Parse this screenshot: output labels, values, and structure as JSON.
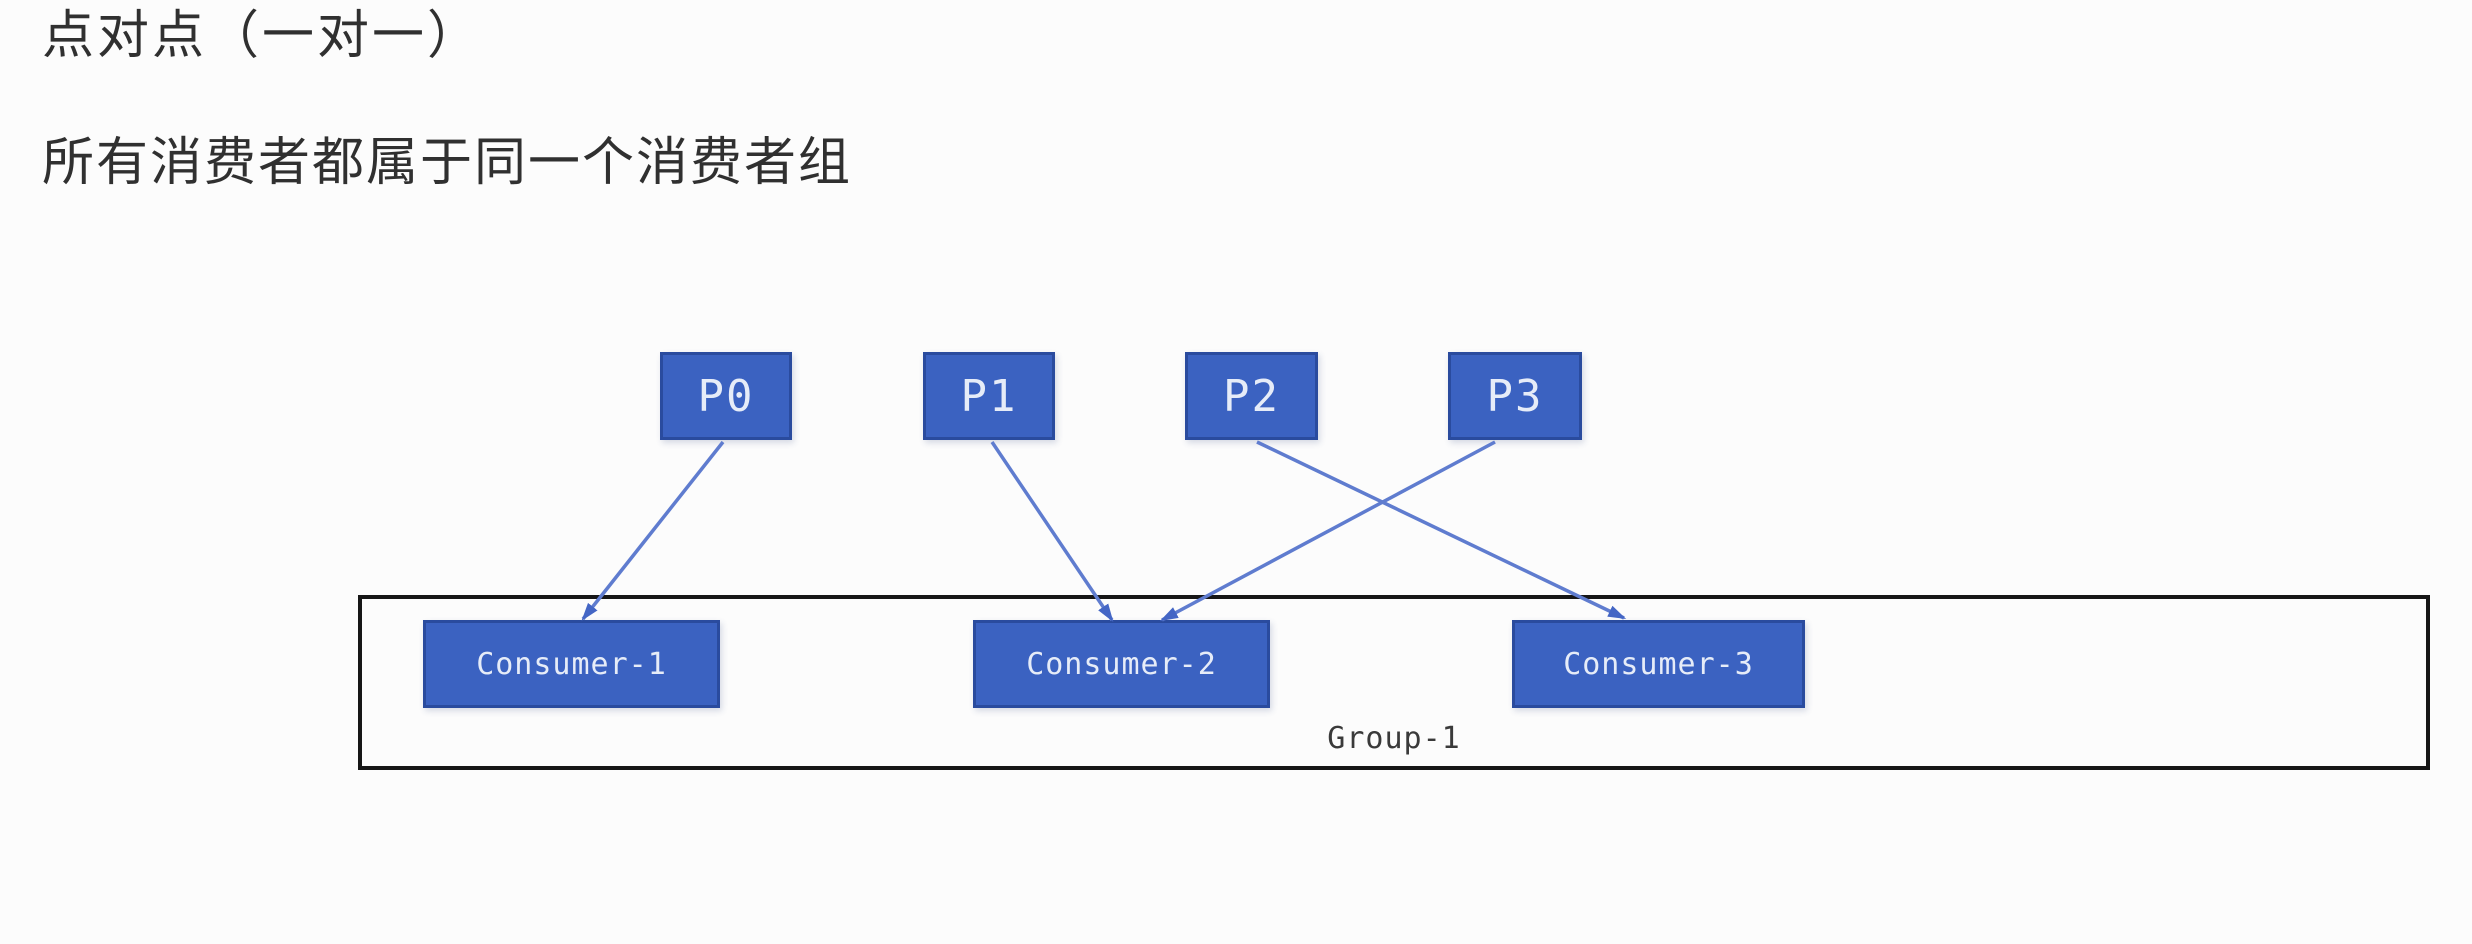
{
  "page": {
    "background": "#fcfcfc"
  },
  "titles": {
    "heading": "点对点（一对一）",
    "subheading": "所有消费者都属于同一个消费者组"
  },
  "diagram": {
    "partitions": [
      {
        "id": "P0",
        "label": "P0"
      },
      {
        "id": "P1",
        "label": "P1"
      },
      {
        "id": "P2",
        "label": "P2"
      },
      {
        "id": "P3",
        "label": "P3"
      }
    ],
    "consumers": [
      {
        "id": "C1",
        "label": "Consumer-1"
      },
      {
        "id": "C2",
        "label": "Consumer-2"
      },
      {
        "id": "C3",
        "label": "Consumer-3"
      }
    ],
    "group": {
      "label": "Group-1"
    },
    "connections": [
      {
        "from": "P0",
        "to": "C1"
      },
      {
        "from": "P1",
        "to": "C2"
      },
      {
        "from": "P3",
        "to": "C2"
      },
      {
        "from": "P2",
        "to": "C3"
      }
    ],
    "colors": {
      "background": "#fcfcfc",
      "node_fill": "#3b62c1",
      "node_border": "#2a4b9e",
      "node_text": "#e6ecf8",
      "connector": "#5f7ccf",
      "arrowhead": "#4466c5",
      "group_border": "#161616",
      "group_text": "#3a3a3a",
      "heading_text": "#303030"
    }
  }
}
